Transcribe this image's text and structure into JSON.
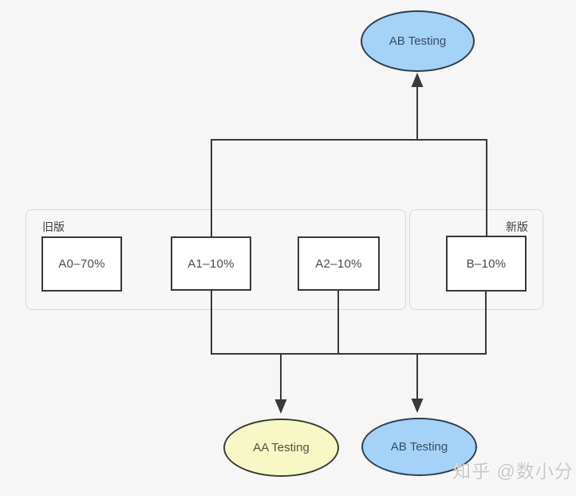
{
  "groups": {
    "old": {
      "label": "旧版"
    },
    "new": {
      "label": "新版"
    }
  },
  "nodes": {
    "top_ab": {
      "label": "AB Testing",
      "shape": "ellipse",
      "fill": "#a5d3f8"
    },
    "a0": {
      "label": "A0–70%",
      "shape": "box",
      "fill": "#ffffff"
    },
    "a1": {
      "label": "A1–10%",
      "shape": "box",
      "fill": "#ffffff"
    },
    "a2": {
      "label": "A2–10%",
      "shape": "box",
      "fill": "#ffffff"
    },
    "b": {
      "label": "B–10%",
      "shape": "box",
      "fill": "#ffffff"
    },
    "aa": {
      "label": "AA Testing",
      "shape": "ellipse",
      "fill": "#f8f8c7"
    },
    "bottom_ab": {
      "label": "AB Testing",
      "shape": "ellipse",
      "fill": "#a5d3f8"
    }
  },
  "edges": {
    "top_bus": {
      "sources": [
        "A1–10%",
        "B–10%"
      ],
      "target": "AB Testing"
    },
    "bottom_bus": {
      "sources": [
        "A1–10%",
        "A2–10%",
        "B–10%"
      ],
      "targets": [
        "AA Testing",
        "AB Testing"
      ]
    }
  },
  "watermark": {
    "text": "知乎 @数小分"
  },
  "colors": {
    "background": "#f6f6f6",
    "group_border": "#d9d9d9",
    "box_border": "#383838",
    "line": "#3a3a3a",
    "node_blue_fill": "#a5d3f8",
    "node_blue_border": "#2e3f52",
    "node_yellow_fill": "#f8f8c7",
    "node_yellow_border": "#3c3c34",
    "watermark_gray": "#c9c9c9"
  }
}
